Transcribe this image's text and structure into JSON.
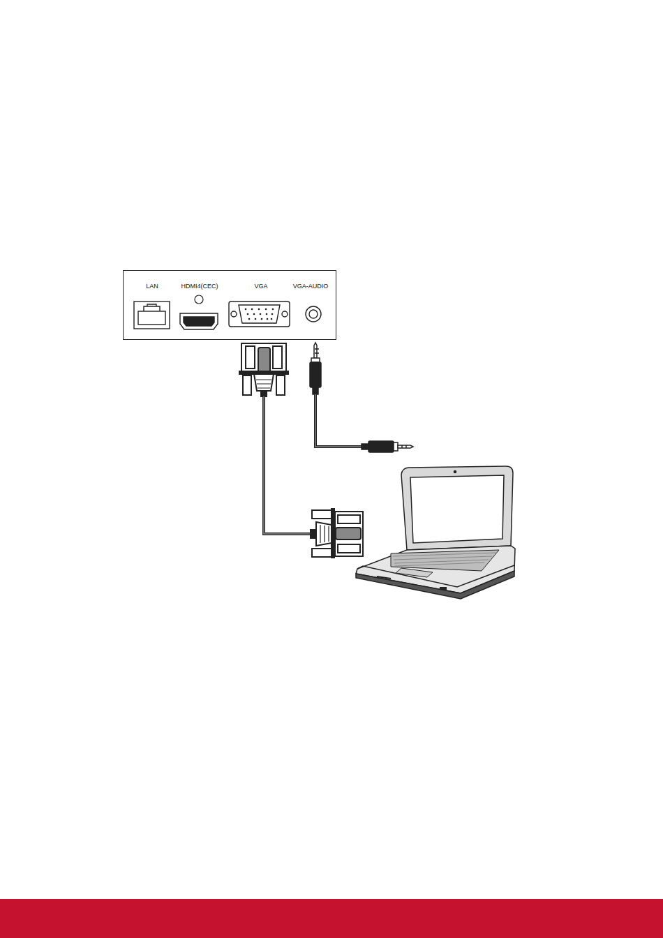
{
  "diagram": {
    "nodes": [
      {
        "text": [
          "LAN",
          "HDMI4(CEC)",
          "VGA",
          "VGA-AUDIO"
        ]
      }
    ]
  }
}
